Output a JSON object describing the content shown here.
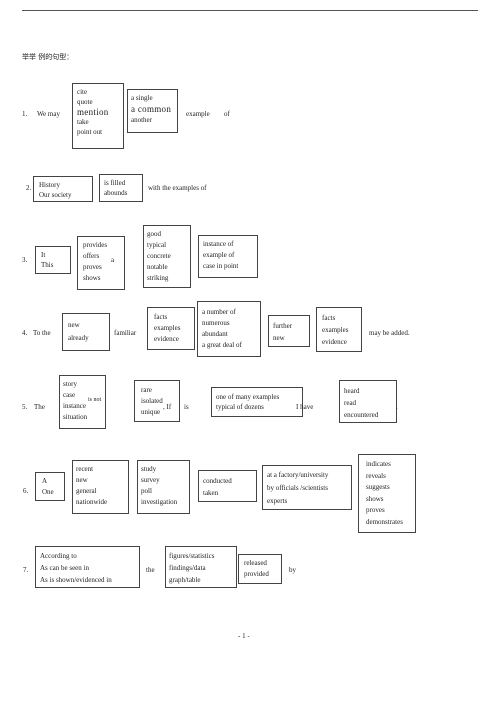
{
  "heading": "举举 例的句型：",
  "row1": {
    "num": "1.",
    "lead": "We may",
    "verbs": [
      "cite",
      "quote",
      "mention",
      "take",
      "point out"
    ],
    "quant": [
      "a single",
      "a common",
      "another"
    ],
    "tail": "example",
    "of": "of"
  },
  "row2": {
    "num": "2.",
    "subjects": [
      "History",
      "Our society"
    ],
    "verbs": [
      "is filled",
      "abounds"
    ],
    "tail": "with  the  examples   of"
  },
  "row3": {
    "num": "3.",
    "subjects": [
      "It",
      "This"
    ],
    "verbs": [
      "provides",
      "offers",
      "proves",
      "shows"
    ],
    "article": "a",
    "adjs": [
      "good",
      "typical",
      "concrete",
      "notable",
      "striking"
    ],
    "nouns": [
      "instance of",
      "example of",
      "case in point"
    ]
  },
  "row4": {
    "num": "4.",
    "lead": "To the",
    "adjs": [
      "new",
      "already"
    ],
    "familiar": "familiar",
    "nouns": [
      "facts",
      "examples",
      "evidence"
    ],
    "quant": [
      "a number of",
      "numerous",
      "abundant",
      "a great deal of"
    ],
    "more": [
      "further",
      "new"
    ],
    "nouns2": [
      "facts",
      "examples",
      "evidence"
    ],
    "tail": "may  be added."
  },
  "row5": {
    "num": "5.",
    "lead": "The",
    "nouns": [
      "story",
      "case",
      "instance",
      "situation"
    ],
    "isnot": "is not",
    "adjs": [
      "rare",
      "isolated",
      "unique"
    ],
    "comma_if": ",  If",
    "is": "is",
    "examples": [
      "one of many examples",
      "typical of dozens"
    ],
    "have": "I have",
    "verbs": [
      "heard",
      "read",
      "encountered"
    ],
    "period": "."
  },
  "row6": {
    "num": "6.",
    "articles": [
      "A",
      "One"
    ],
    "adjs": [
      "recent",
      "new",
      "general",
      "nationwide"
    ],
    "nouns": [
      "study",
      "survey",
      "poll",
      "investigation"
    ],
    "verbs": [
      "conducted",
      "taken"
    ],
    "where": [
      "at a factory/university",
      "by officials  /scientists",
      "experts"
    ],
    "results": [
      "indicates",
      "reveals",
      "suggests",
      "shows",
      "proves",
      "demonstrates"
    ]
  },
  "row7": {
    "num": "7.",
    "phrases": [
      "According to",
      "As can be seen in",
      "As is shown/evidenced in"
    ],
    "the": "the",
    "sources": [
      "figures/statistics",
      "findings/data",
      "graph/table"
    ],
    "verbs": [
      "released",
      "provided"
    ],
    "by": "by"
  },
  "footer": "- 1 -"
}
